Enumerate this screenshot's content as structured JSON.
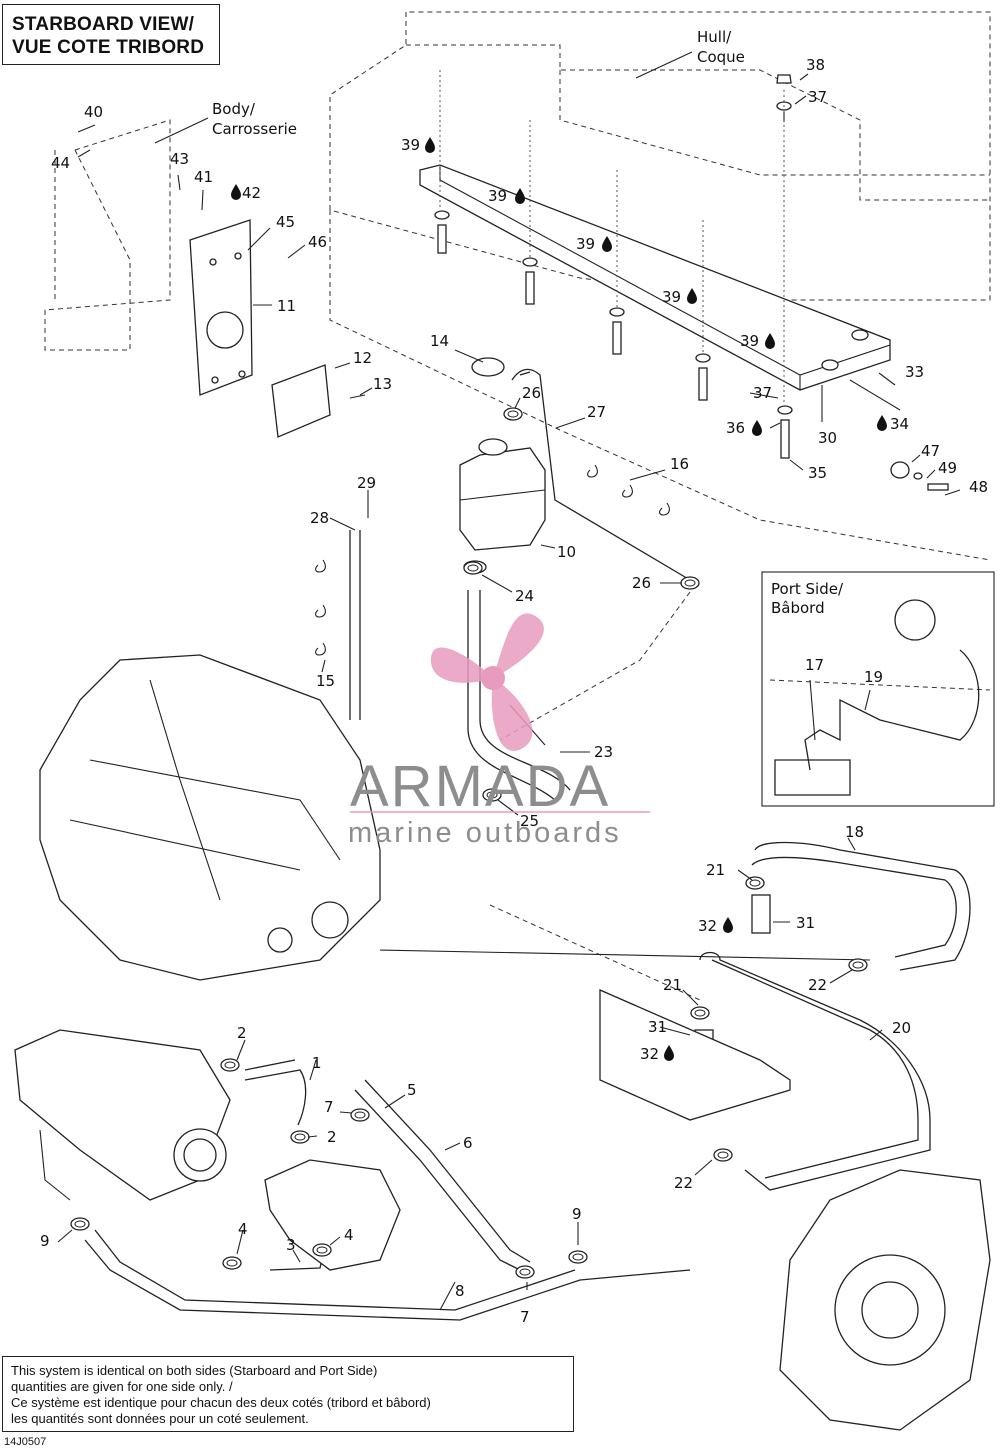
{
  "title": {
    "line1": "STARBOARD VIEW/",
    "line2": "VUE COTE TRIBORD"
  },
  "callouts": {
    "hull": "Hull/",
    "coque": "Coque",
    "body": "Body/",
    "carrosserie": "Carrosserie",
    "port_side": "Port Side/",
    "babord": "Bâbord"
  },
  "part_numbers": {
    "p1": "1",
    "p2a": "2",
    "p2b": "2",
    "p3": "3",
    "p4a": "4",
    "p4b": "4",
    "p5": "5",
    "p6": "6",
    "p7a": "7",
    "p7b": "7",
    "p8": "8",
    "p9a": "9",
    "p9b": "9",
    "p10": "10",
    "p11": "11",
    "p12": "12",
    "p13": "13",
    "p14": "14",
    "p15": "15",
    "p16": "16",
    "p17": "17",
    "p18": "18",
    "p19": "19",
    "p20": "20",
    "p21a": "21",
    "p21b": "21",
    "p22a": "22",
    "p22b": "22",
    "p23": "23",
    "p24": "24",
    "p25": "25",
    "p26a": "26",
    "p26b": "26",
    "p27": "27",
    "p28": "28",
    "p29": "29",
    "p30": "30",
    "p31a": "31",
    "p31b": "31",
    "p32a": "32",
    "p32b": "32",
    "p33": "33",
    "p34": "34",
    "p35": "35",
    "p36": "36",
    "p37a": "37",
    "p37b": "37",
    "p38": "38",
    "p39a": "39",
    "p39b": "39",
    "p39c": "39",
    "p39d": "39",
    "p39e": "39",
    "p40": "40",
    "p41": "41",
    "p42": "42",
    "p43": "43",
    "p44": "44",
    "p45": "45",
    "p46": "46",
    "p47": "47",
    "p48": "48",
    "p49": "49"
  },
  "note": {
    "line1": "This system is identical on both sides (Starboard and Port Side)",
    "line2": "quantities are given for one side only. /",
    "line3": "Ce système est identique pour chacun des deux cotés (tribord et bâbord)",
    "line4": "les quantités sont données pour un coté seulement."
  },
  "figure_id": "14J0507",
  "watermark": {
    "brand": "ARMADA",
    "tagline": "marine outboards",
    "logo_color": "#e79bbd"
  },
  "colors": {
    "line": "#222222",
    "watermark_text": "#8d8d8d",
    "background": "#ffffff"
  },
  "icons": {
    "sealant": "sealant-drop-icon",
    "logo": "propeller-logo-icon"
  }
}
